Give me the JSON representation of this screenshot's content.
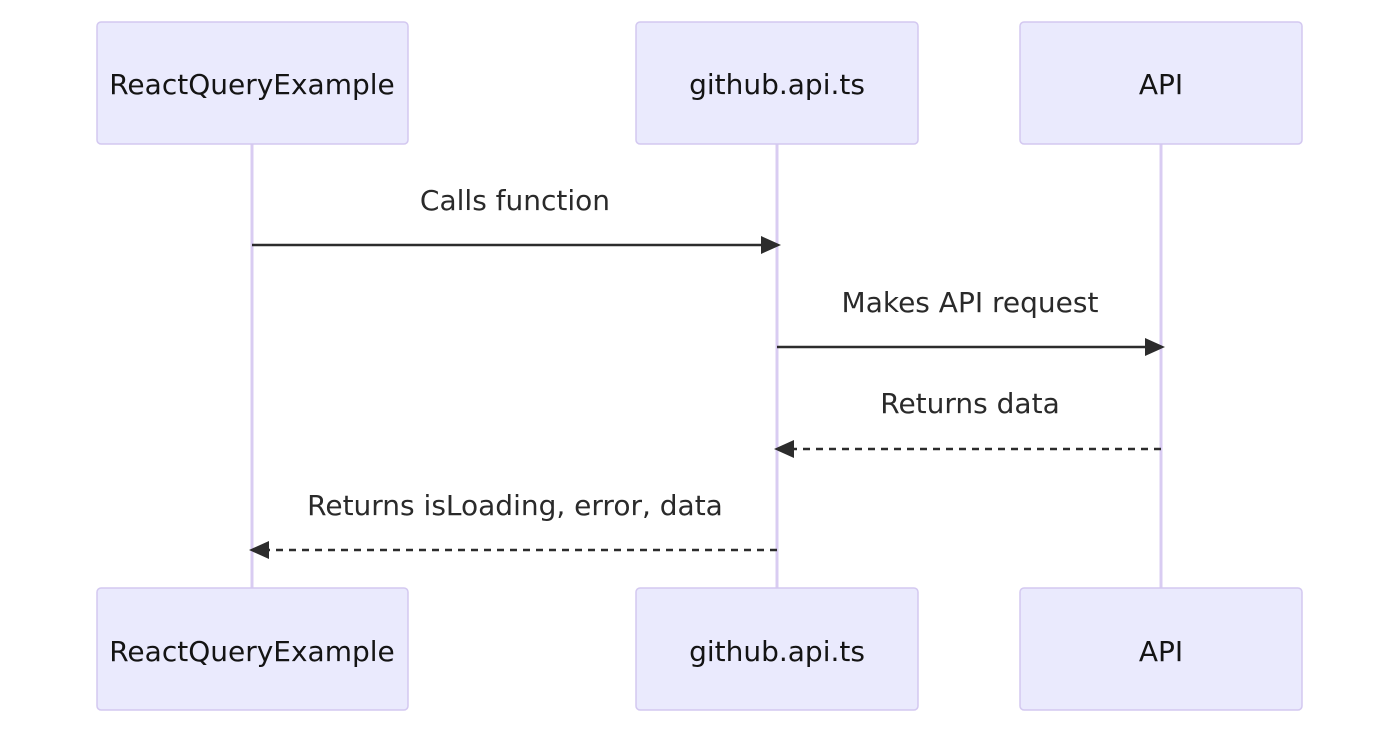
{
  "diagram": {
    "type": "sequence",
    "participants": [
      {
        "id": "react",
        "label": "ReactQueryExample"
      },
      {
        "id": "ghapi",
        "label": "github.api.ts"
      },
      {
        "id": "api",
        "label": "API"
      }
    ],
    "messages": [
      {
        "from": "react",
        "to": "ghapi",
        "label": "Calls function",
        "style": "solid"
      },
      {
        "from": "ghapi",
        "to": "api",
        "label": "Makes API request",
        "style": "solid"
      },
      {
        "from": "api",
        "to": "ghapi",
        "label": "Returns data",
        "style": "dashed"
      },
      {
        "from": "ghapi",
        "to": "react",
        "label": "Returns isLoading, error, data",
        "style": "dashed"
      }
    ],
    "colors": {
      "actor_fill": "#eaeafd",
      "actor_border": "#d3c8f0",
      "lifeline": "#d9ccf2",
      "arrow": "#2c2c2c",
      "text": "#141414"
    }
  }
}
